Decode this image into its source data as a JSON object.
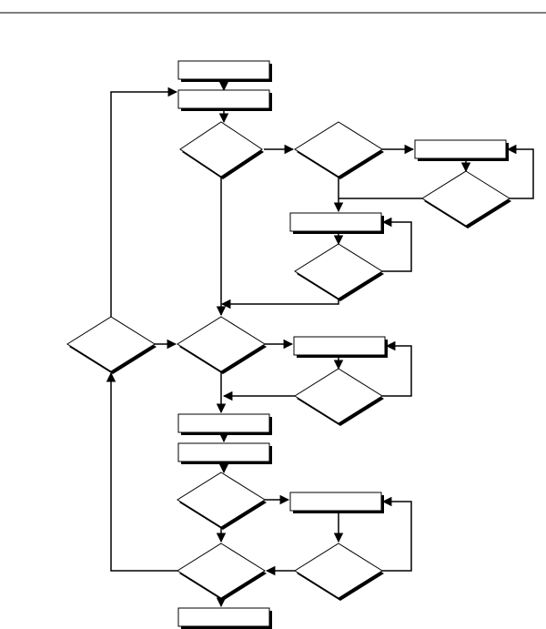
{
  "page": {
    "background": "#ffffff",
    "line_color": "#000000",
    "shadow_color": "#000000"
  },
  "flowchart": {
    "process_boxes": [
      {
        "id": "p1",
        "label": ""
      },
      {
        "id": "p2",
        "label": ""
      },
      {
        "id": "p3",
        "label": ""
      },
      {
        "id": "p4",
        "label": ""
      },
      {
        "id": "p5",
        "label": ""
      },
      {
        "id": "p6",
        "label": ""
      },
      {
        "id": "p7",
        "label": ""
      },
      {
        "id": "p8",
        "label": ""
      },
      {
        "id": "p9",
        "label": ""
      }
    ],
    "decisions": [
      {
        "id": "d1",
        "label": ""
      },
      {
        "id": "d2",
        "label": ""
      },
      {
        "id": "d3",
        "label": ""
      },
      {
        "id": "d4",
        "label": ""
      },
      {
        "id": "d5",
        "label": ""
      },
      {
        "id": "d6",
        "label": ""
      },
      {
        "id": "d7",
        "label": ""
      },
      {
        "id": "d8",
        "label": ""
      },
      {
        "id": "d9",
        "label": ""
      },
      {
        "id": "d10",
        "label": ""
      }
    ]
  }
}
